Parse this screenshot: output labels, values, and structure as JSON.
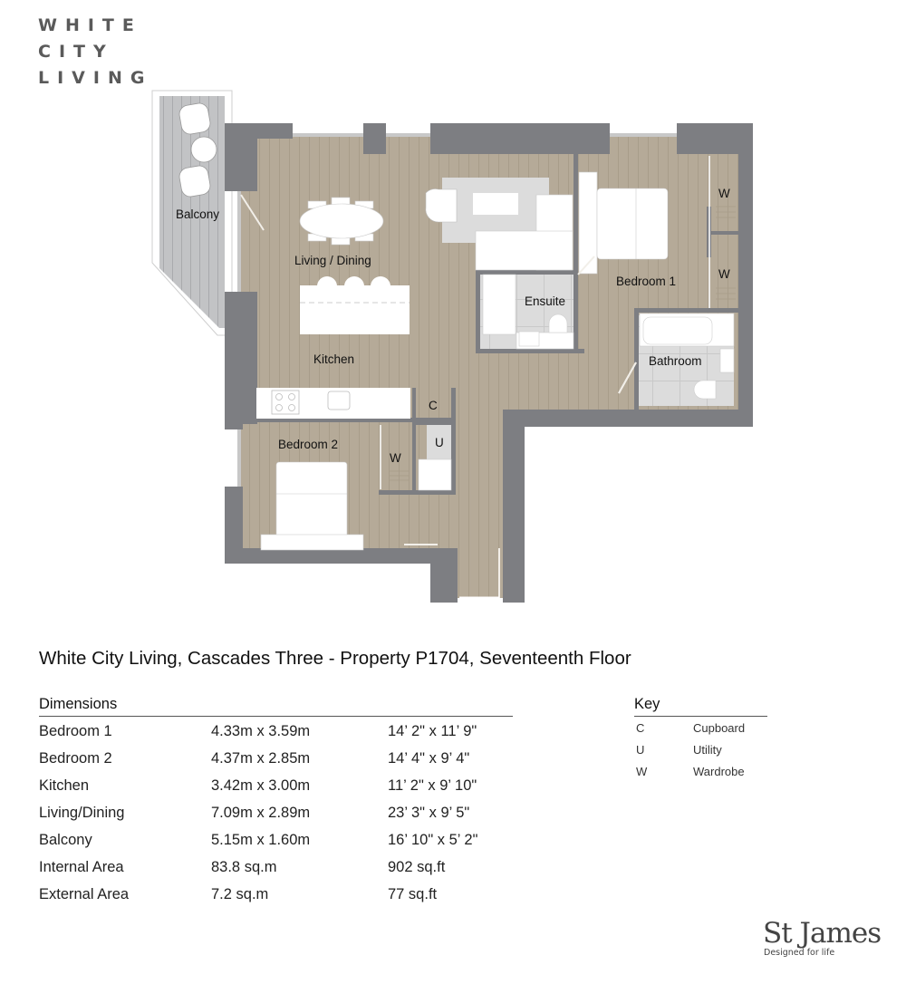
{
  "logo": {
    "line1": "WHITE",
    "line2": "CITY",
    "line3": "LIVING"
  },
  "floorplan": {
    "rooms": {
      "balcony": "Balcony",
      "living_dining": "Living / Dining",
      "kitchen": "Kitchen",
      "ensuite": "Ensuite",
      "bedroom1": "Bedroom 1",
      "bathroom": "Bathroom",
      "bedroom2": "Bedroom 2",
      "cupboard": "C",
      "utility": "U",
      "wardrobe1": "W",
      "wardrobe2": "W",
      "wardrobe3": "W"
    },
    "colors": {
      "wall": "#7d7e82",
      "floor": "#b5aa98",
      "floor_line": "#a89d8a",
      "balcony_floor": "#c2c3c5",
      "tile": "#dcdcdc",
      "furniture": "#ffffff"
    }
  },
  "title": "White City Living, Cascades Three - Property P1704, Seventeenth Floor",
  "dimensions": {
    "heading": "Dimensions",
    "rows": [
      {
        "room": "Bedroom 1",
        "metric": "4.33m x 3.59m",
        "imperial": "14’ 2\" x 11’ 9\""
      },
      {
        "room": "Bedroom 2",
        "metric": "4.37m x 2.85m",
        "imperial": "14’ 4\" x 9’ 4\""
      },
      {
        "room": "Kitchen",
        "metric": "3.42m x 3.00m",
        "imperial": "11’ 2\" x 9’ 10\""
      },
      {
        "room": "Living/Dining",
        "metric": "7.09m x 2.89m",
        "imperial": "23’ 3\" x 9’ 5\""
      },
      {
        "room": "Balcony",
        "metric": "5.15m x 1.60m",
        "imperial": "16’ 10\" x 5’ 2\""
      },
      {
        "room": "Internal Area",
        "metric": "83.8 sq.m",
        "imperial": "902 sq.ft"
      },
      {
        "room": "External Area",
        "metric": "7.2 sq.m",
        "imperial": "77 sq.ft"
      }
    ]
  },
  "key": {
    "heading": "Key",
    "items": [
      {
        "code": "C",
        "label": "Cupboard"
      },
      {
        "code": "U",
        "label": "Utility"
      },
      {
        "code": "W",
        "label": "Wardrobe"
      }
    ]
  },
  "brand": {
    "name": "St James",
    "tagline": "Designed for life"
  }
}
